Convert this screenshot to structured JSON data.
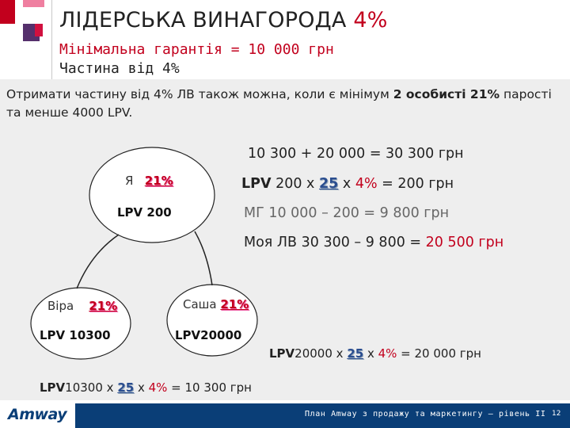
{
  "header": {
    "title": "ЛІДЕРСЬКА ВИНАГОРОДА",
    "title_percent": "4%",
    "subtitle_line1": "Мінімальна гарантія = 10 000 грн",
    "subtitle_line2": "Частина від 4%"
  },
  "intro": {
    "text_start": "Отримати частину від 4% ЛВ також можна, коли є мінімум ",
    "text_bold": "2 особисті 21%",
    "text_end": " парості та менше 4000 LPV."
  },
  "calculations": {
    "line1": "10 300 + 20 000 = 30 300 грн",
    "line2_label": "LPV",
    "line2_value": " 200 x ",
    "line2_factor": "25",
    "line2_x": " x ",
    "line2_pct": "4%",
    "line2_result": " = 200 грн",
    "line3": "МГ 10 000 – 200  = 9 800 грн",
    "line4_start": "Моя ЛВ 30 300 – 9 800 = ",
    "line4_result": "20 500 грн"
  },
  "tree": {
    "me": {
      "name": "Я",
      "pct": "21%",
      "lpv": "LPV 200"
    },
    "left": {
      "name": "Віра",
      "pct": "21%",
      "lpv": "LPV 10300"
    },
    "right": {
      "name": "Саша",
      "pct": "21%",
      "lpv": "LPV20000"
    }
  },
  "right_formula": {
    "label": "LPV",
    "value": "20000 x ",
    "factor": "25",
    "x": " x ",
    "pct": "4%",
    "result": " = 20 000 грн"
  },
  "left_formula": {
    "label": "LPV",
    "value": "10300 x ",
    "factor": "25",
    "x": " x ",
    "pct": "4%",
    "result": " = 10 300 грн"
  },
  "footer": {
    "logo": "Amway",
    "caption": "План Amway з продажу та маркетингу – рівень II",
    "page": "12"
  },
  "colors": {
    "accent_red": "#c2001d",
    "footer_blue": "#0a3e77",
    "panel_gray": "#eeeeee"
  }
}
